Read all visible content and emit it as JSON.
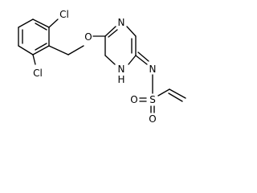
{
  "molecule": {
    "atoms": {
      "cl_top": "Cl",
      "cl_bottom": "Cl",
      "o_ether": "O",
      "n_ring_top": "N",
      "n_ring_h": "N",
      "h_ring": "H",
      "n_imine": "N",
      "s_sulfonyl": "S",
      "o_sulfonyl_left": "O",
      "o_sulfonyl_bottom": "O"
    }
  }
}
